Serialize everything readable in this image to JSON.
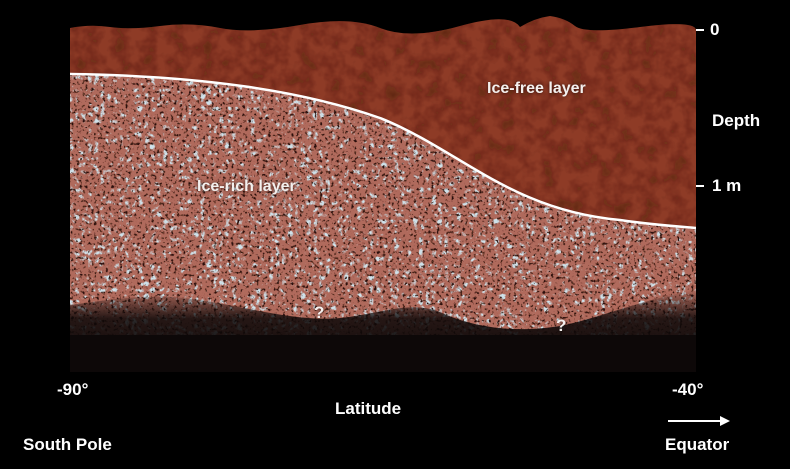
{
  "layers": {
    "top_label": "Ice-free layer",
    "bottom_label": "Ice-rich layer",
    "unknown_mark": "?"
  },
  "depth_axis": {
    "title": "Depth",
    "ticks": [
      "0",
      "1 m"
    ]
  },
  "latitude_axis": {
    "title": "Latitude",
    "left_value": "-90°",
    "right_value": "-40°",
    "left_place": "South Pole",
    "right_place": "Equator"
  },
  "colors": {
    "background": "#000000",
    "ice_free": "#8e3b26",
    "ice_rich": "#b06a5c",
    "ice": "#c9dde6",
    "boundary": "#ffffff",
    "deep": "#0d0808"
  }
}
